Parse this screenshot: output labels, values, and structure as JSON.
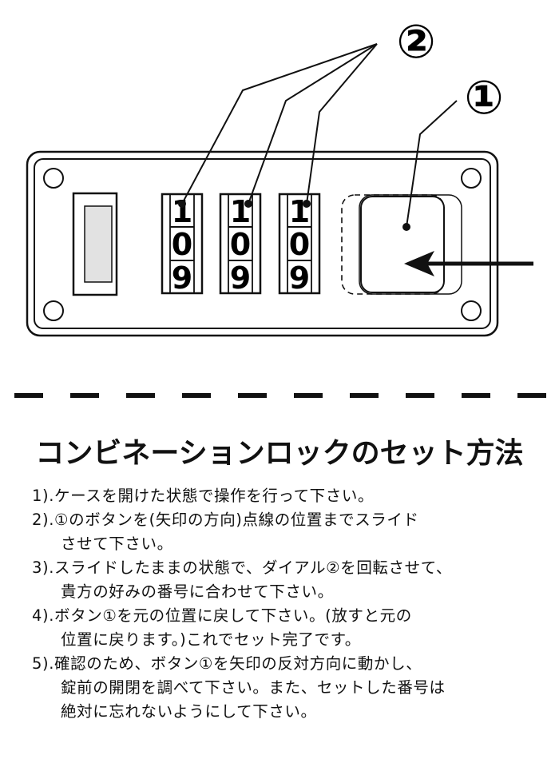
{
  "diagram": {
    "callout_button": "①",
    "callout_dials": "②",
    "dials": [
      {
        "top": "1",
        "middle": "0",
        "bottom": "9"
      },
      {
        "top": "1",
        "middle": "0",
        "bottom": "9"
      },
      {
        "top": "1",
        "middle": "0",
        "bottom": "9"
      }
    ]
  },
  "title": "コンビネーションロックのセット方法",
  "steps": [
    {
      "lines": [
        "1).ケースを開けた状態で操作を行って下さい。"
      ]
    },
    {
      "lines": [
        "2).①のボタンを(矢印の方向)点線の位置までスライド",
        "させて下さい。"
      ]
    },
    {
      "lines": [
        "3).スライドしたままの状態で、ダイアル②を回転させて、",
        "貴方の好みの番号に合わせて下さい。"
      ]
    },
    {
      "lines": [
        "4).ボタン①を元の位置に戻して下さい。(放すと元の",
        "位置に戻ります。)これでセット完了です。"
      ]
    },
    {
      "lines": [
        "5).確認のため、ボタン①を矢印の反対方向に動かし、",
        "錠前の開閉を調べて下さい。また、セットした番号は",
        "絶対に忘れないようにして下さい。"
      ]
    }
  ]
}
